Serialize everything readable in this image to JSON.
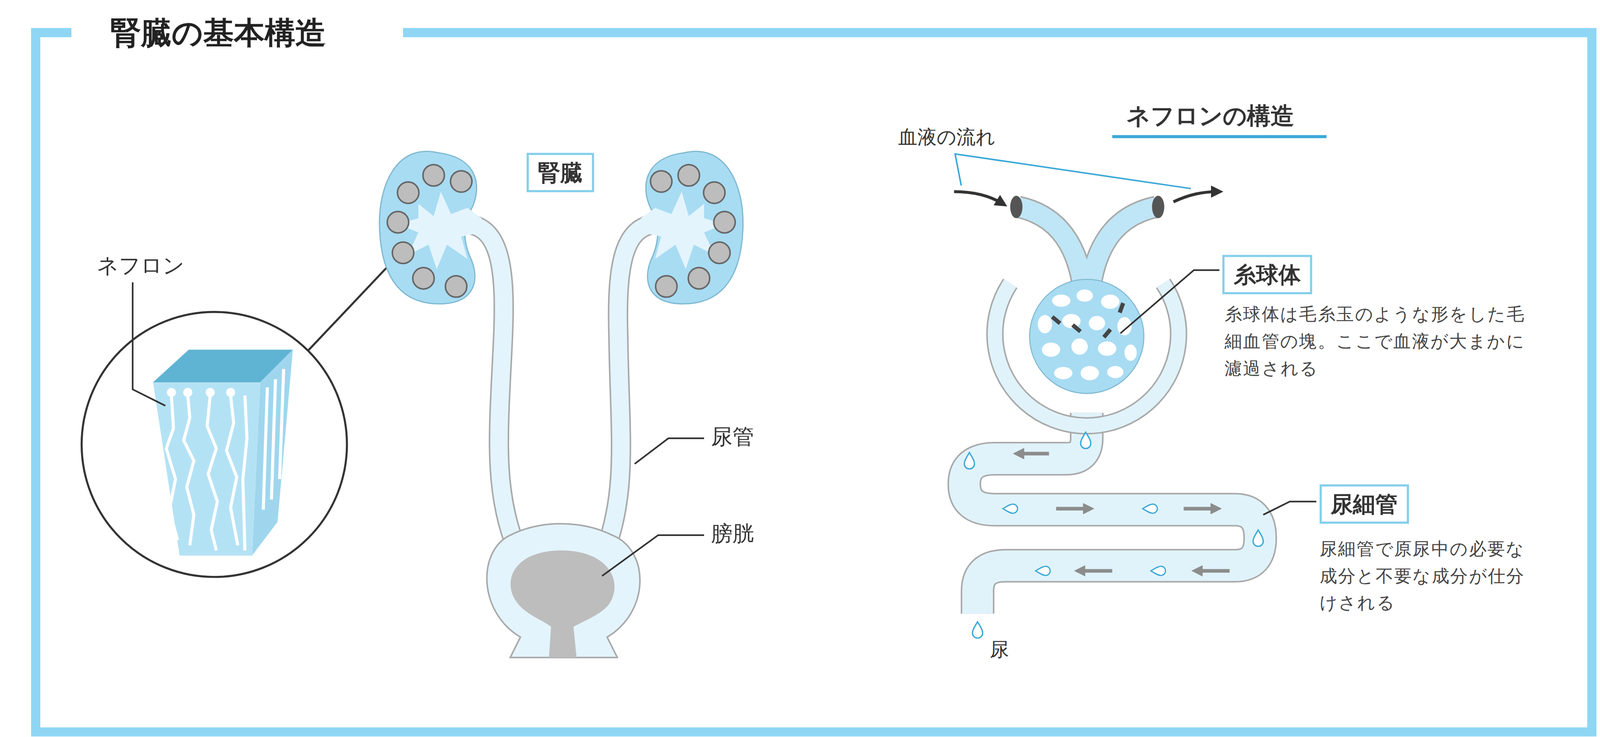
{
  "diagram": {
    "title": "腎臓の基本構造",
    "nodes": [
      {
        "text": [
          "腎臓"
        ]
      },
      {
        "text": [
          "糸球体"
        ]
      },
      {
        "text": [
          "尿細管"
        ]
      }
    ],
    "edges": [],
    "labels": [
      "ネフロン",
      "尿管",
      "膀胱",
      "ネフロンの構造",
      "血液の流れ",
      "糸球体は毛糸玉のような形をした毛 細血管の塊。ここで血液が大まかに 濾過される",
      "尿細管で原尿中の必要な 成分と不要な成分が仕分 けされる",
      "尿"
    ]
  }
}
